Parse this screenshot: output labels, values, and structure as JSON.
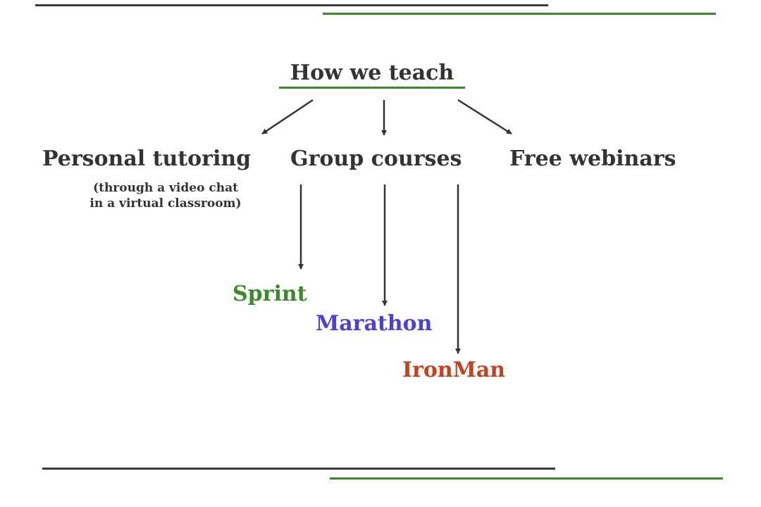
{
  "title": "How we teach",
  "branches": {
    "personal": "Personal tutoring",
    "personal_note_line1": "(through a video chat",
    "personal_note_line2": "in a virtual classroom)",
    "group": "Group courses",
    "webinars": "Free webinars"
  },
  "courses": {
    "sprint": "Sprint",
    "marathon": "Marathon",
    "ironman": "IronMan"
  },
  "colors": {
    "text": "#333333",
    "accent_green": "#3d8a2e",
    "sprint": "#3d8a2e",
    "marathon": "#4b3fe0",
    "ironman": "#c8401e",
    "rule_dark": "#3a3a3a"
  }
}
